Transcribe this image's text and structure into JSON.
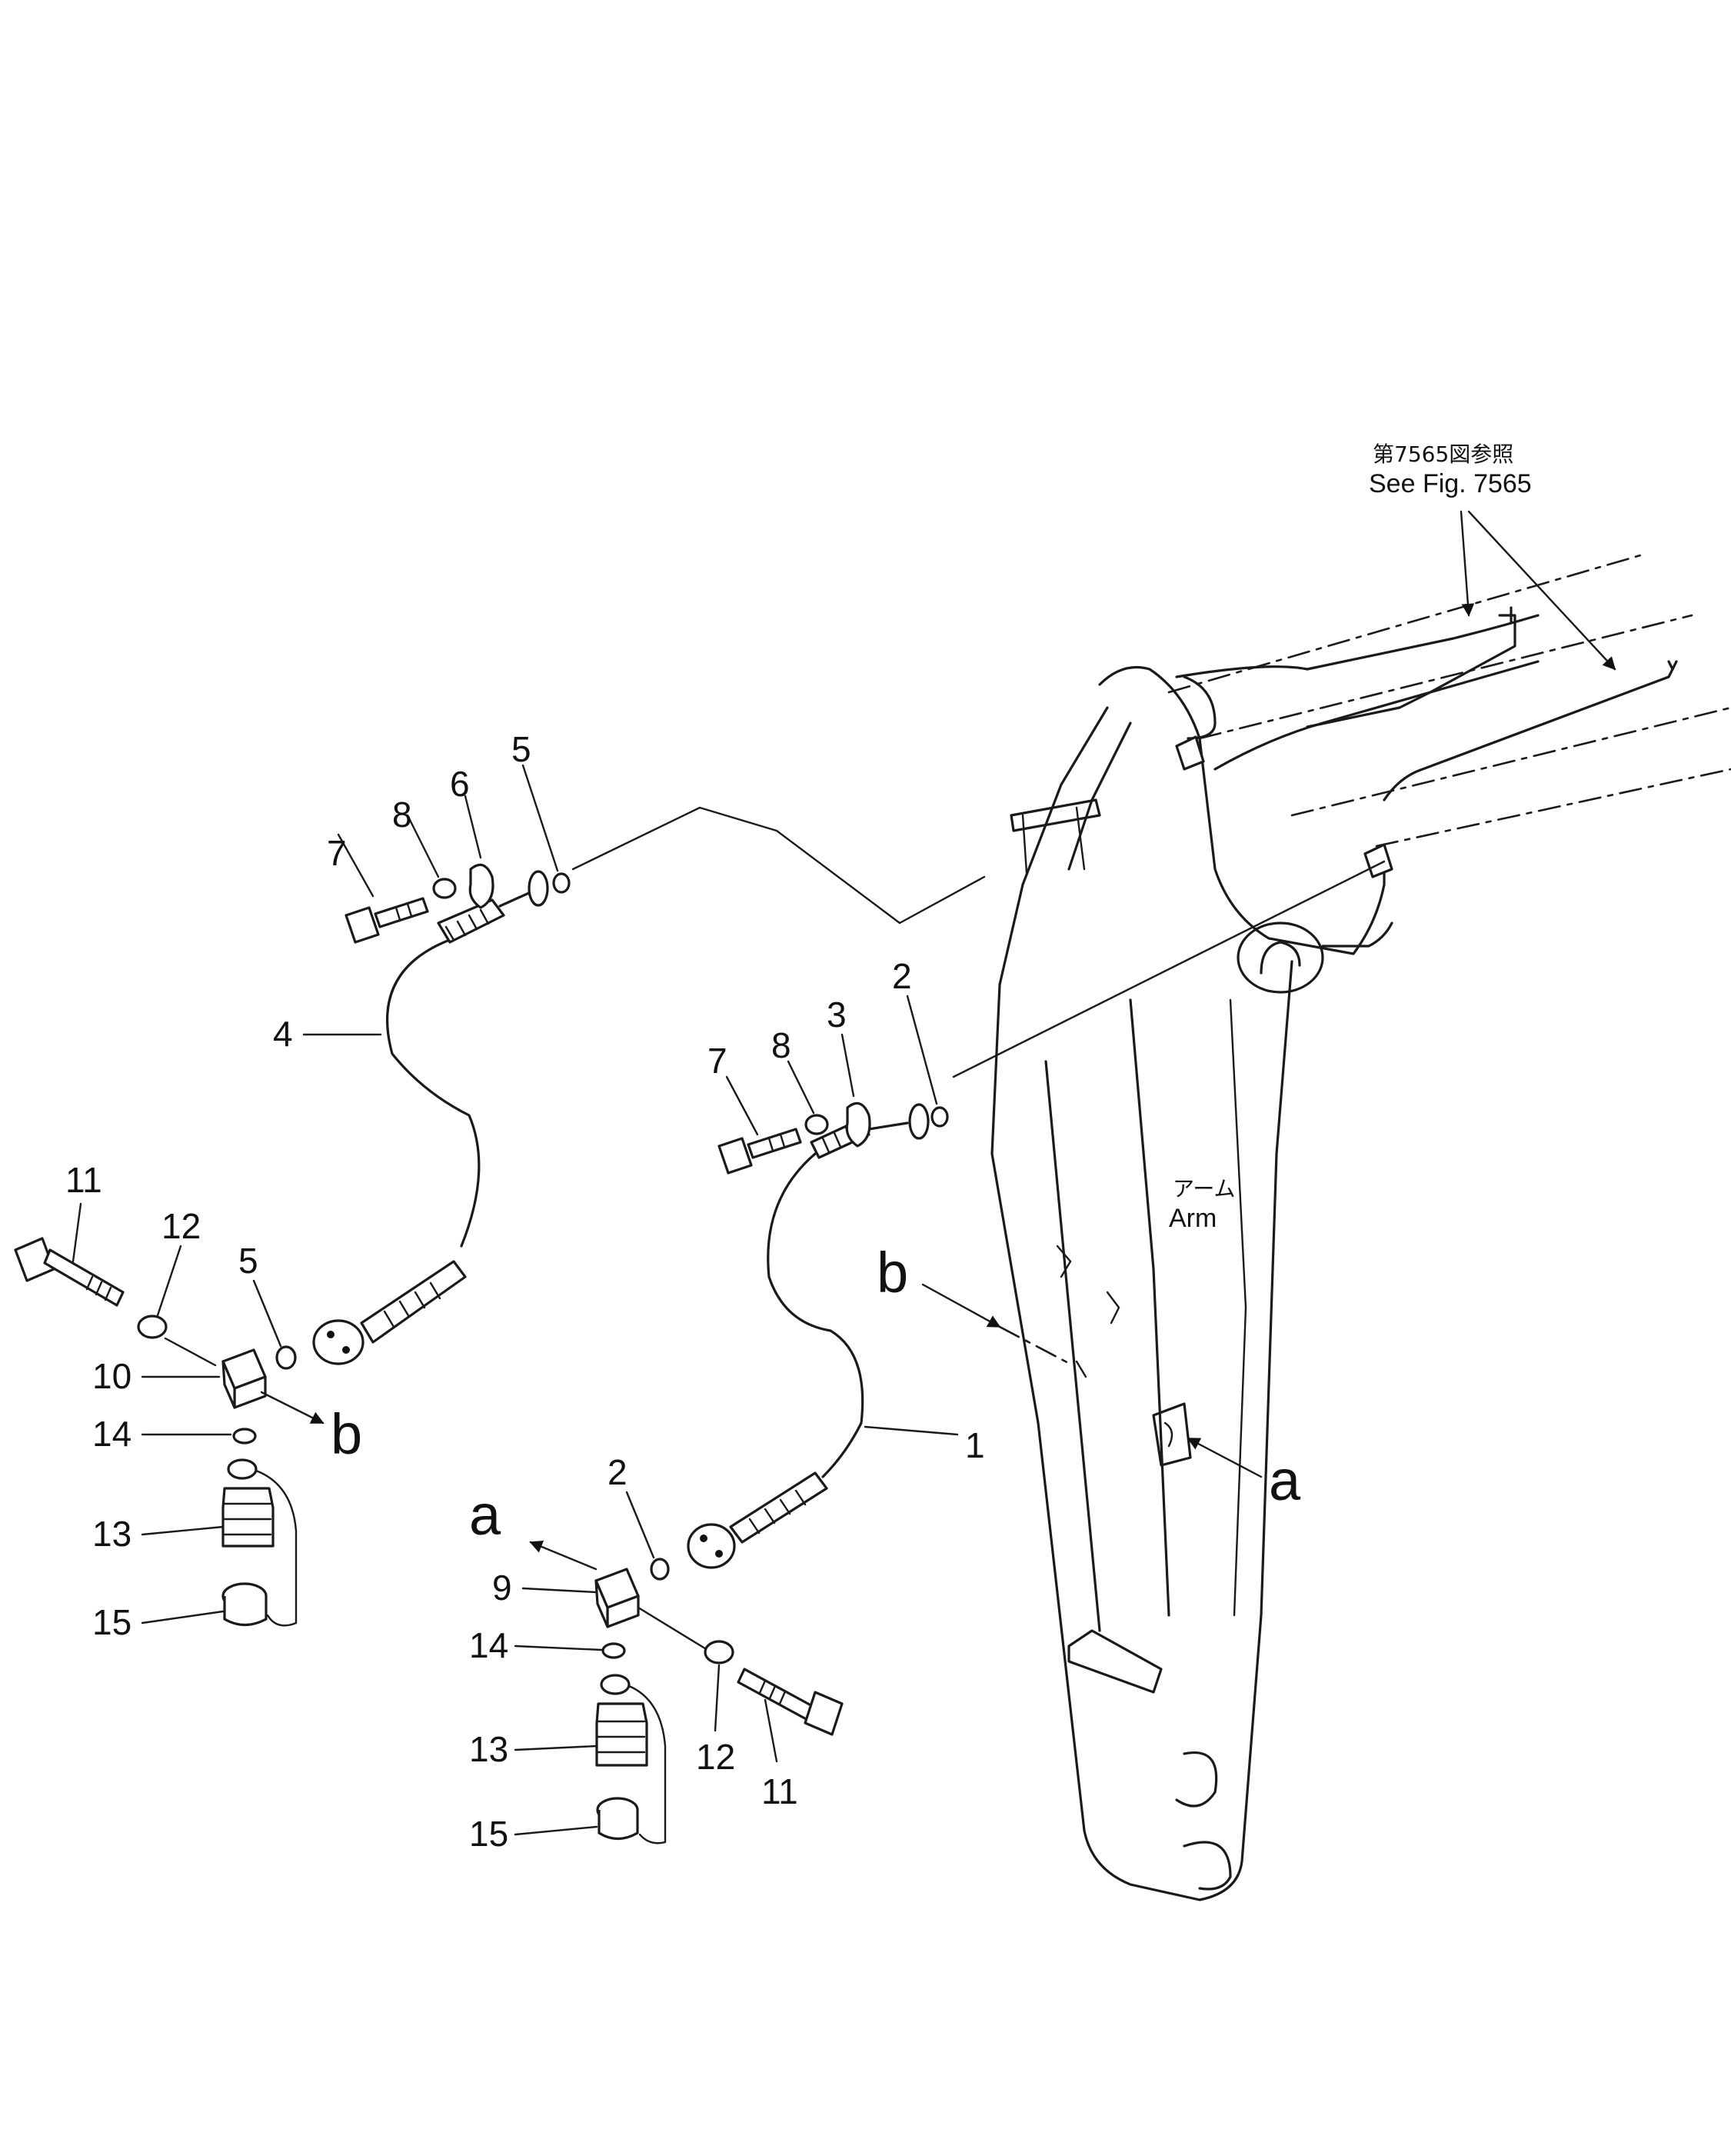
{
  "figure": {
    "reference_note_jp": "第7565図参照",
    "reference_note_en": "See Fig. 7565",
    "arm_label_jp": "アーム",
    "arm_label_en": "Arm"
  },
  "callouts": {
    "p1": "1",
    "p2a": "2",
    "p2b": "2",
    "p3": "3",
    "p4": "4",
    "p5a": "5",
    "p5b": "5",
    "p6": "6",
    "p7a": "7",
    "p7b": "7",
    "p8a": "8",
    "p8b": "8",
    "p9": "9",
    "p10": "10",
    "p11a": "11",
    "p11b": "11",
    "p12a": "12",
    "p12b": "12",
    "p13a": "13",
    "p13b": "13",
    "p14a": "14",
    "p14b": "14",
    "p15a": "15",
    "p15b": "15"
  },
  "view_markers": {
    "a_top": "a",
    "a_arm": "a",
    "b_left": "b",
    "b_top": "b"
  }
}
